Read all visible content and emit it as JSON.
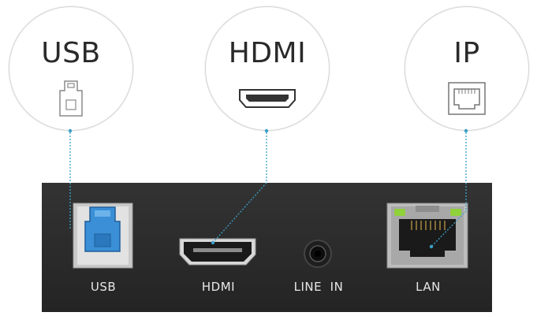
{
  "callouts": {
    "usb": {
      "title": "USB",
      "icon": "usb-b-port-icon"
    },
    "hdmi": {
      "title": "HDMI",
      "icon": "hdmi-port-icon"
    },
    "ip": {
      "title": "IP",
      "icon": "rj45-port-icon"
    }
  },
  "panel": {
    "labels": {
      "usb": "USB",
      "hdmi": "HDMI",
      "line_in": "LINE  IN",
      "lan": "LAN"
    }
  },
  "colors": {
    "panel": "#2b2b2b",
    "usb_blue": "#3a8fd6",
    "connector_line": "#3aa0c8",
    "led_green": "#8fd13a"
  }
}
